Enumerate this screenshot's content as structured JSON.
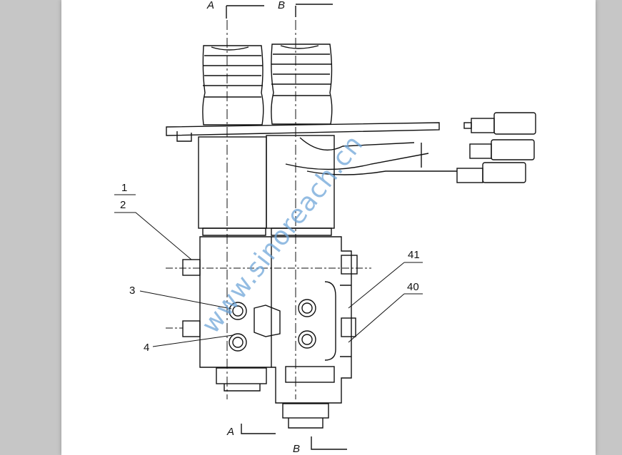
{
  "section_marks": {
    "top_a": "A",
    "top_b": "B",
    "bottom_a": "A",
    "bottom_b": "B"
  },
  "callouts": {
    "c1": "1",
    "c2": "2",
    "c3": "3",
    "c4": "4",
    "c41": "41",
    "c40": "40"
  },
  "watermark": "www.sinoreach.cn",
  "colors": {
    "ink": "#111111",
    "watermark": "#6fa6d8",
    "viewer_bg": "#c6c6c6"
  }
}
